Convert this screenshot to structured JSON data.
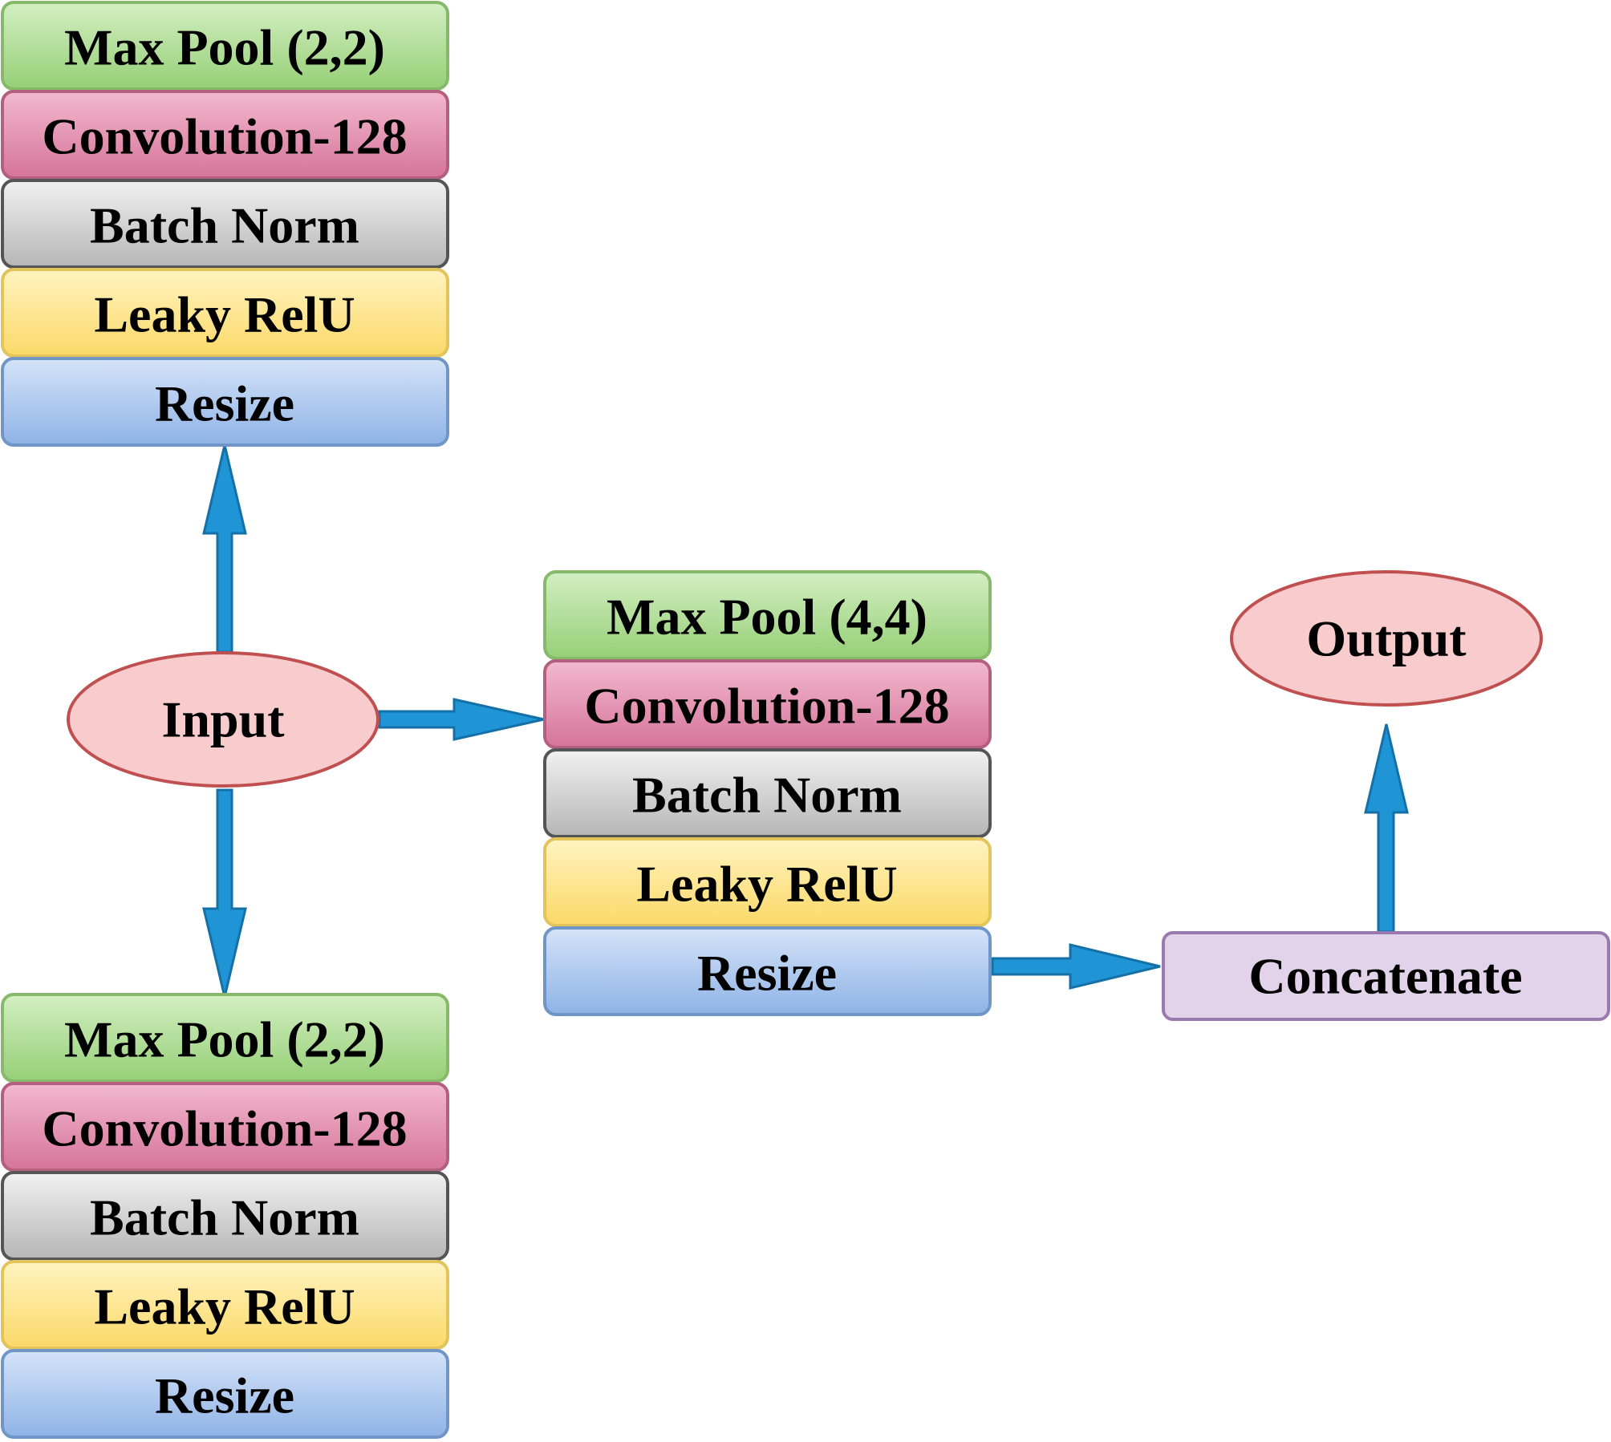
{
  "stacks": {
    "top": {
      "layers": [
        "Max Pool (2,2)",
        "Convolution-128",
        "Batch Norm",
        "Leaky RelU",
        "Resize"
      ]
    },
    "middle": {
      "layers": [
        "Max Pool (4,4)",
        "Convolution-128",
        "Batch Norm",
        "Leaky RelU",
        "Resize"
      ]
    },
    "bottom": {
      "layers": [
        "Max Pool (2,2)",
        "Convolution-128",
        "Batch Norm",
        "Leaky RelU",
        "Resize"
      ]
    }
  },
  "nodes": {
    "input": "Input",
    "output": "Output",
    "concatenate": "Concatenate"
  },
  "colors": {
    "maxpool": "#a8d88a",
    "convolution": "#df86a8",
    "batchnorm": "#c8c8c8",
    "leakyrelu": "#fde58c",
    "resize": "#a9c6ee",
    "ellipse": "#f8cccc",
    "concatenate": "#e2d3ea",
    "arrow": "#1f95d6"
  }
}
